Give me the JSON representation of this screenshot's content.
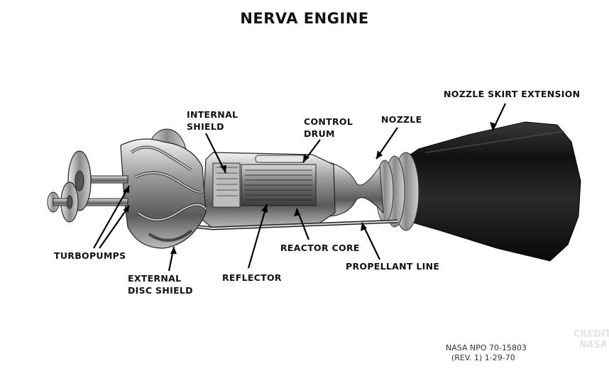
{
  "title": "NERVA ENGINE",
  "labels": {
    "nozzle_skirt_extension": "NOZZLE SKIRT EXTENSION",
    "nozzle": "NOZZLE",
    "control_drum": [
      "CONTROL",
      "DRUM"
    ],
    "internal_shield": [
      "INTERNAL",
      "SHIELD"
    ],
    "turbopumps": "TURBOPUMPS",
    "external_disc_shield": [
      "EXTERNAL",
      "DISC SHIELD"
    ],
    "reflector": "REFLECTOR",
    "reactor_core": "REACTOR CORE",
    "propellant_line": "PROPELLANT LINE"
  },
  "reference": [
    "NASA NPO 70-15803",
    "(REV. 1) 1-29-70"
  ],
  "watermark": [
    "CREDIT",
    "NASA"
  ]
}
